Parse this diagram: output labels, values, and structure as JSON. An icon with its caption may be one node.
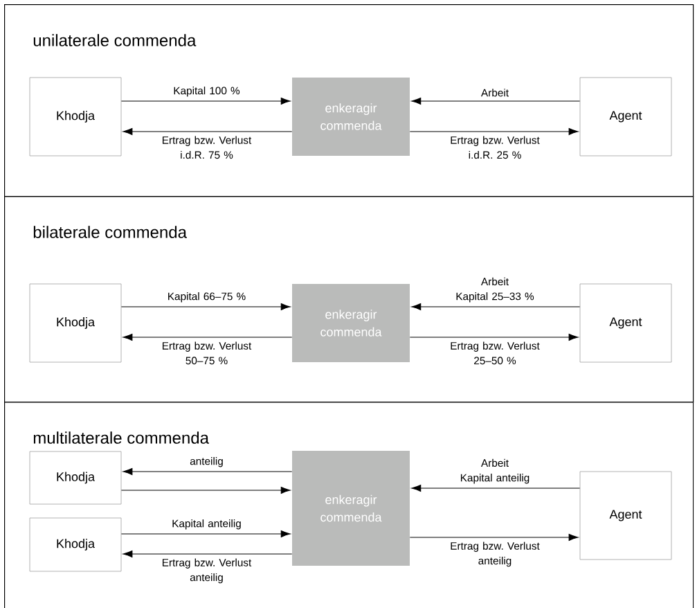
{
  "diagram": {
    "nodes": [
      {
        "text": [
          "unilaterale commenda"
        ]
      },
      {
        "text": [
          "Khodja"
        ],
        "in": 0
      },
      {
        "text": [
          "enkeragir commenda"
        ],
        "in": 0
      },
      {
        "text": [
          "Agent"
        ],
        "in": 0
      },
      {
        "text": [
          "bilaterale commenda"
        ]
      },
      {
        "text": [
          "Khodja"
        ],
        "in": 4
      },
      {
        "text": [
          "enkeragir commenda"
        ],
        "in": 4
      },
      {
        "text": [
          "Agent"
        ],
        "in": 4
      },
      {
        "text": [
          "multilaterale commenda"
        ]
      },
      {
        "text": [
          "Khodja"
        ],
        "in": 8
      },
      {
        "text": [
          "Khodja"
        ],
        "in": 8
      },
      {
        "text": [
          "enkeragir commenda"
        ],
        "in": 8
      },
      {
        "text": [
          "Agent"
        ],
        "in": 8
      }
    ],
    "edges": [
      {
        "from": 1,
        "to": 2,
        "arrow": "to",
        "label": "Kapital 100 %"
      },
      {
        "from": 2,
        "to": 1,
        "arrow": "to",
        "label": "Ertrag bzw. Verlust i.d.R. 75 %"
      },
      {
        "from": 3,
        "to": 2,
        "arrow": "to",
        "label": "Arbeit"
      },
      {
        "from": 2,
        "to": 3,
        "arrow": "to",
        "label": "Ertrag bzw. Verlust i.d.R. 25 %"
      },
      {
        "from": 5,
        "to": 6,
        "arrow": "to",
        "label": "Kapital 66–75 %"
      },
      {
        "from": 6,
        "to": 5,
        "arrow": "to",
        "label": "Ertrag bzw. Verlust 50–75 %"
      },
      {
        "from": 7,
        "to": 6,
        "arrow": "to",
        "label": "Arbeit Kapital 25–33 %"
      },
      {
        "from": 6,
        "to": 7,
        "arrow": "to",
        "label": "Ertrag bzw. Verlust 25–50 %"
      },
      {
        "from": 11,
        "to": 9,
        "arrow": "to",
        "label": "anteilig"
      },
      {
        "from": 9,
        "to": 11,
        "arrow": "to"
      },
      {
        "from": 10,
        "to": 11,
        "arrow": "to",
        "label": "Kapital anteilig"
      },
      {
        "from": 11,
        "to": 10,
        "arrow": "to",
        "label": "Ertrag bzw. Verlust anteilig"
      },
      {
        "from": 12,
        "to": 11,
        "arrow": "to",
        "label": "Arbeit Kapital anteilig"
      },
      {
        "from": 11,
        "to": 12,
        "arrow": "to",
        "label": "Ertrag bzw. Verlust anteilig"
      }
    ]
  }
}
